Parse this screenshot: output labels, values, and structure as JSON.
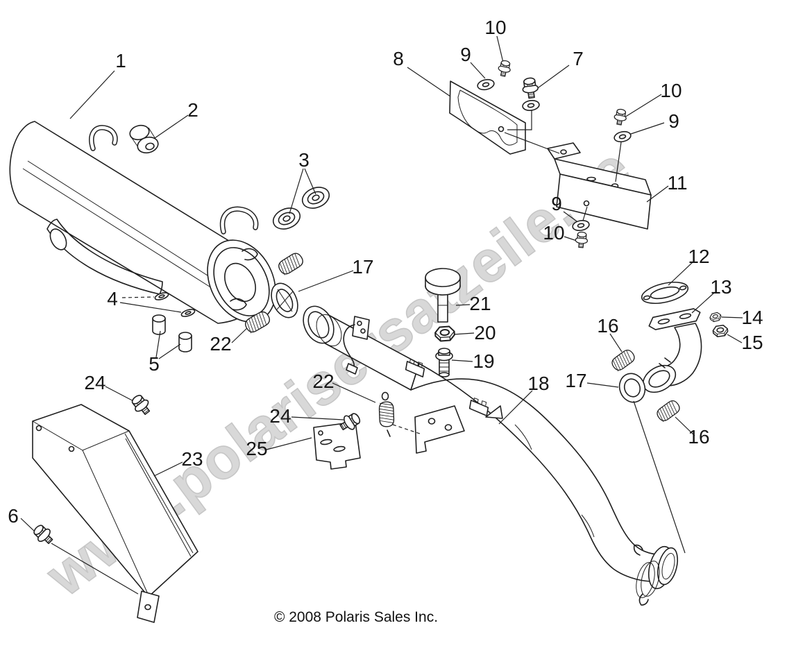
{
  "watermark": {
    "text": "www.polarisersatzeile.de"
  },
  "footer": {
    "copyright": "© 2008 Polaris Sales Inc."
  },
  "colors": {
    "line": "#1f1f1f",
    "watermark": "#cccccc",
    "background": "#ffffff"
  },
  "callouts": [
    {
      "n": "1"
    },
    {
      "n": "2"
    },
    {
      "n": "3"
    },
    {
      "n": "4"
    },
    {
      "n": "5"
    },
    {
      "n": "6"
    },
    {
      "n": "7"
    },
    {
      "n": "8"
    },
    {
      "n": "9"
    },
    {
      "n": "10"
    },
    {
      "n": "10"
    },
    {
      "n": "9"
    },
    {
      "n": "11"
    },
    {
      "n": "9"
    },
    {
      "n": "10"
    },
    {
      "n": "12"
    },
    {
      "n": "13"
    },
    {
      "n": "14"
    },
    {
      "n": "15"
    },
    {
      "n": "16"
    },
    {
      "n": "17"
    },
    {
      "n": "21"
    },
    {
      "n": "20"
    },
    {
      "n": "19"
    },
    {
      "n": "22"
    },
    {
      "n": "17"
    },
    {
      "n": "18"
    },
    {
      "n": "16"
    },
    {
      "n": "22"
    },
    {
      "n": "23"
    },
    {
      "n": "24"
    },
    {
      "n": "24"
    },
    {
      "n": "25"
    }
  ]
}
